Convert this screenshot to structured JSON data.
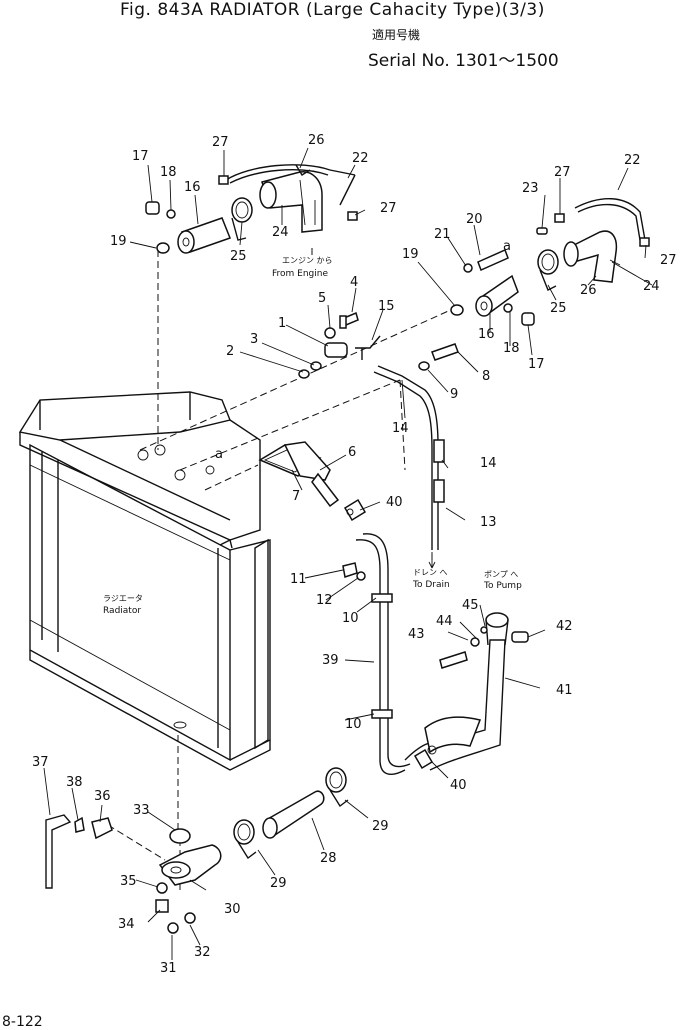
{
  "header": {
    "title_line": "Fig. 843A RADIATOR (Large Cahacity Type)(3/3)",
    "applicable_jp": "適用号機",
    "serial": "Serial No. 1301～1500"
  },
  "labels": {
    "from_engine_jp": "エンジン から",
    "from_engine": "From Engine",
    "to_drain_jp": "ドレン へ",
    "to_drain": "To Drain",
    "to_pump_jp": "ポンプ へ",
    "to_pump": "To Pump",
    "radiator_jp": "ラジエータ",
    "radiator": "Radiator",
    "ref_a": "a"
  },
  "part_numbers": [
    "1",
    "2",
    "3",
    "4",
    "5",
    "6",
    "7",
    "8",
    "9",
    "10",
    "11",
    "12",
    "13",
    "14",
    "15",
    "16",
    "17",
    "18",
    "19",
    "20",
    "21",
    "22",
    "23",
    "24",
    "25",
    "26",
    "27",
    "28",
    "29",
    "30",
    "31",
    "32",
    "33",
    "34",
    "35",
    "36",
    "37",
    "38",
    "39",
    "40",
    "41",
    "42",
    "43",
    "44",
    "45"
  ],
  "footer": "8-122"
}
